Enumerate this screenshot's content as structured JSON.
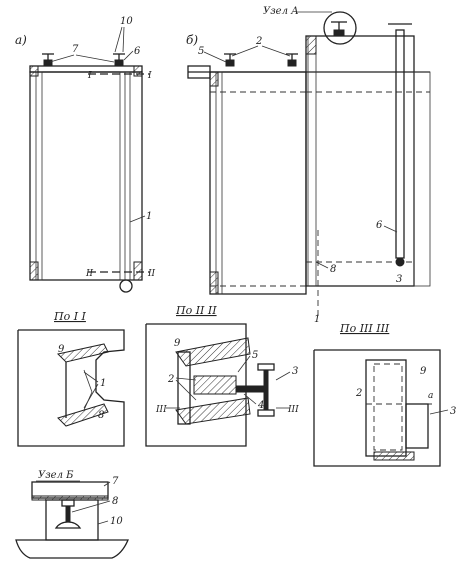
{
  "panels": {
    "a": "а)",
    "b": "б)"
  },
  "section_titles": {
    "s1": "По I I",
    "s2": "По II II",
    "s3": "По III III"
  },
  "node_labels": {
    "a": "Узел А",
    "b": "Узел Б"
  },
  "section_marks": {
    "one": "I",
    "two": "II",
    "three": "III"
  },
  "callouts": {
    "n1": "1",
    "n2": "2",
    "n3": "3",
    "n4": "4",
    "n5": "5",
    "n6": "6",
    "n7": "7",
    "n8": "8",
    "n9": "9",
    "n10": "10",
    "na": "а"
  }
}
